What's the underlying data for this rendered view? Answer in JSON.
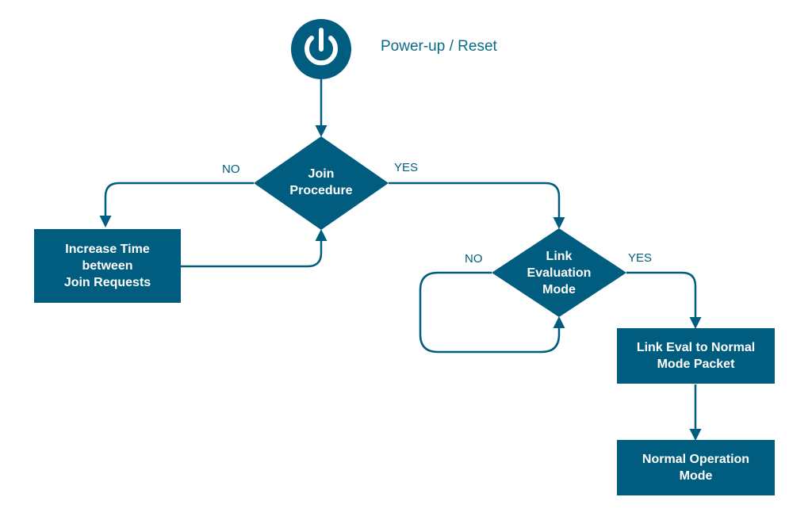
{
  "colors": {
    "primary": "#005d7f",
    "title": "#0a6a8a",
    "background": "#ffffff"
  },
  "start": {
    "icon": "power-icon",
    "label": "Power-up / Reset"
  },
  "decisions": {
    "join": {
      "line1": "Join",
      "line2": "Procedure",
      "no": "NO",
      "yes": "YES"
    },
    "link": {
      "line1": "Link",
      "line2": "Evaluation",
      "line3": "Mode",
      "no": "NO",
      "yes": "YES"
    }
  },
  "steps": {
    "increase": {
      "line1": "Increase Time",
      "line2": "between",
      "line3": "Join Requests"
    },
    "link_eval_packet": {
      "line1": "Link Eval to Normal",
      "line2": "Mode Packet"
    },
    "normal_operation": {
      "line1": "Normal Operation",
      "line2": "Mode"
    }
  }
}
